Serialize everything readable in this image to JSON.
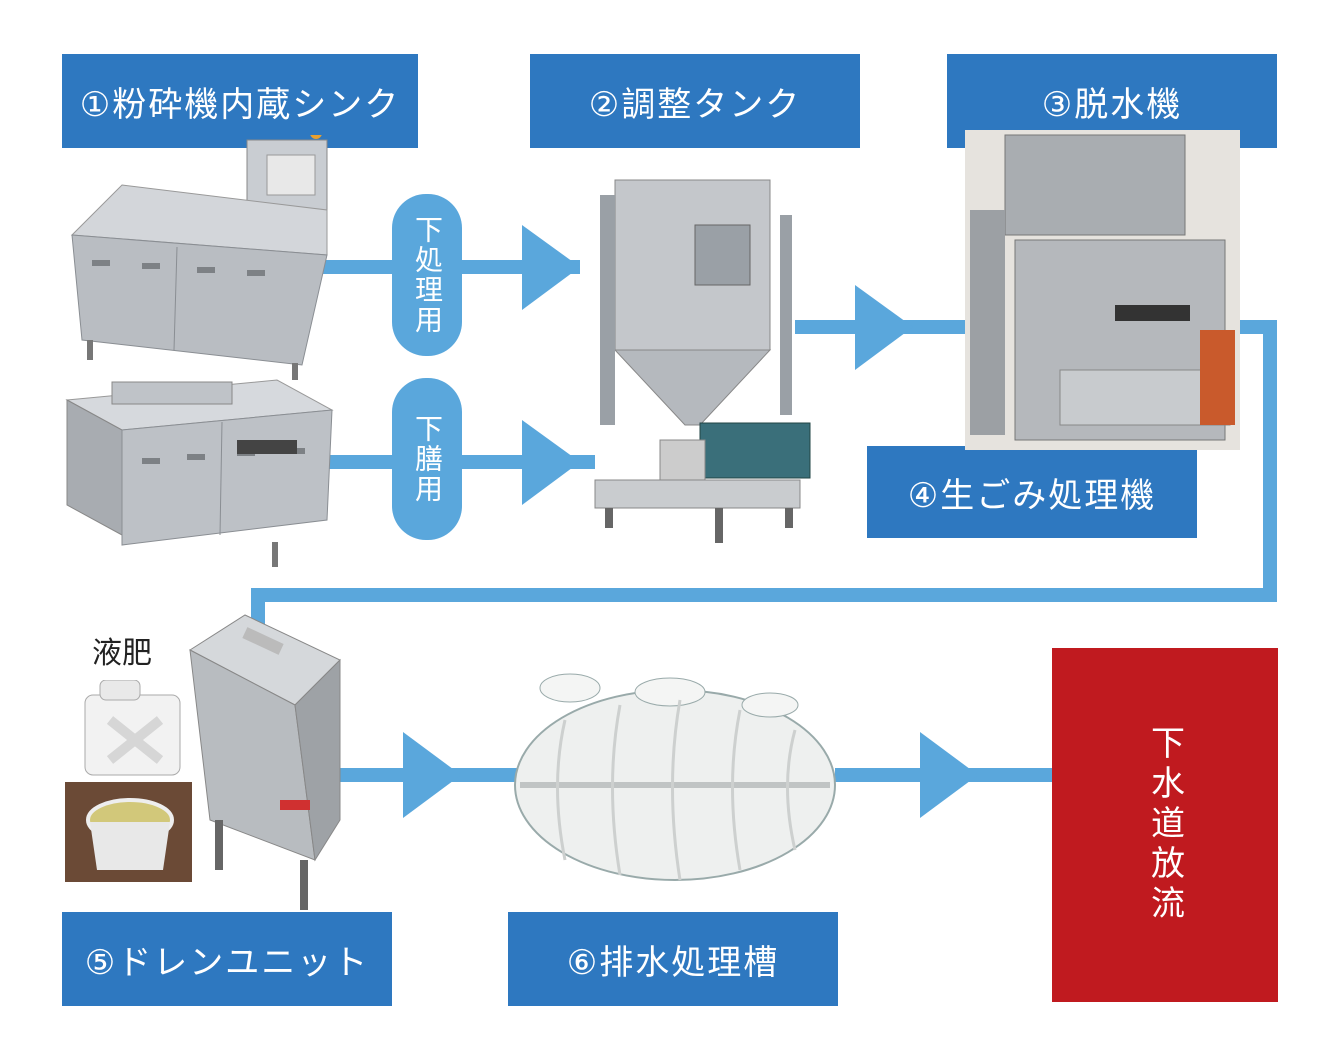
{
  "steps": {
    "sink": "①粉砕機内蔵シンク",
    "tank": "②調整タンク",
    "dehydrator": "③脱水機",
    "garbage": "④生ごみ処理機",
    "drain": "⑤ドレンユニット",
    "wastewater": "⑥排水処理槽",
    "sewer": "下水道放流"
  },
  "flow_labels": {
    "pretreatment": "下処理用",
    "serving": "下膳用"
  },
  "liquid_fertilizer": "液肥",
  "colors": {
    "step_box": "#2e78c0",
    "sewer_box": "#c01a1f",
    "flow": "#5aa7dc"
  }
}
